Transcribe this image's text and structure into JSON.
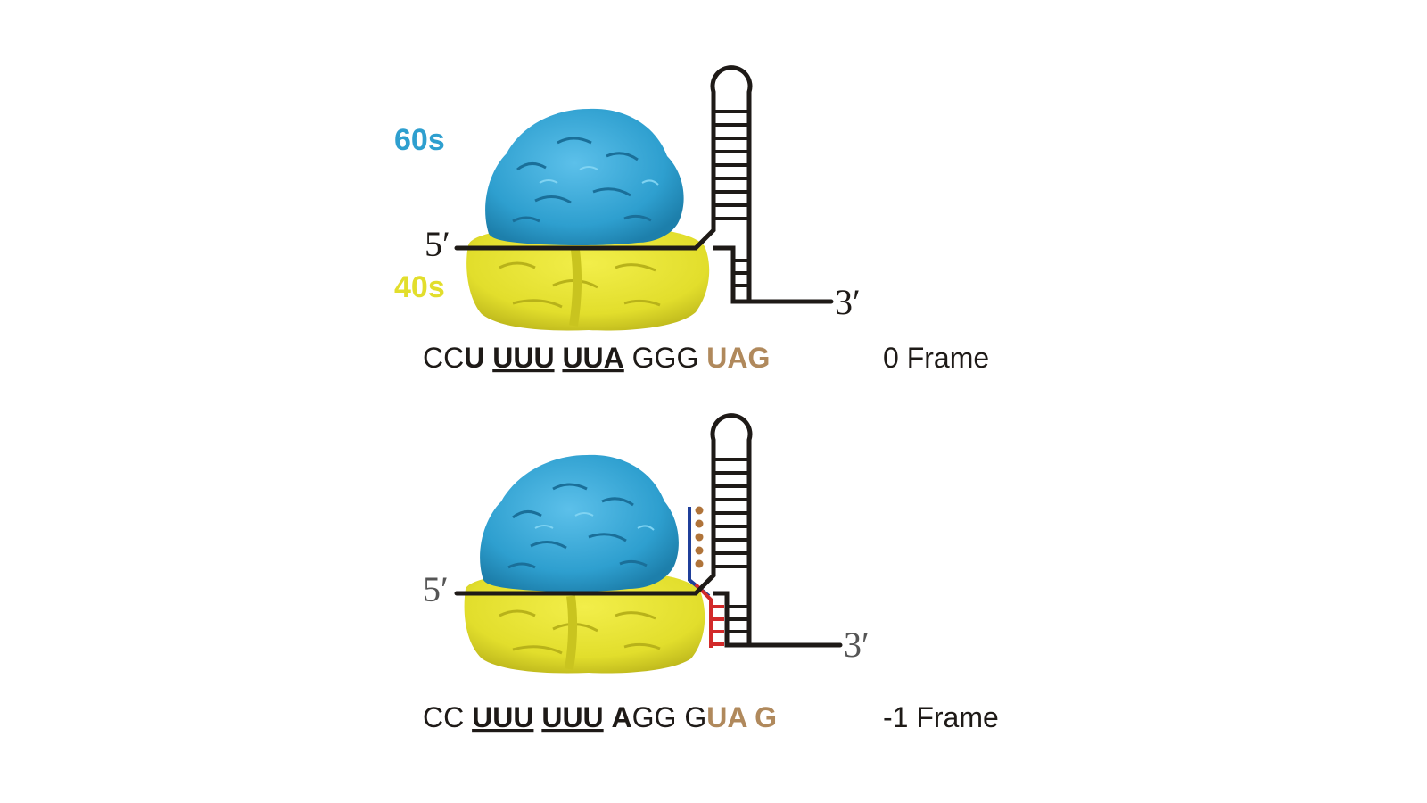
{
  "colors": {
    "subunit_60s": "#2e9fcf",
    "subunit_40s": "#e2de2c",
    "mrna": "#1e1a17",
    "stop_codon": "#b0895c",
    "trna_blue": "#1f3f9a",
    "trna_red": "#d22a2a",
    "trna_dots": "#b0743a"
  },
  "panels": [
    {
      "label_60s": "60s",
      "label_40s": "40s",
      "five_prime": "5′",
      "three_prime": "3′",
      "frame": "0 Frame",
      "seq": {
        "t1": "CC",
        "t2": "U",
        "t3": " ",
        "t4": "UUU",
        "t5": " ",
        "t6": "UUA",
        "t7": " GGG ",
        "t8": "UAG"
      }
    },
    {
      "five_prime": "5′",
      "three_prime": "3′",
      "frame": "-1 Frame",
      "seq": {
        "t1": "CC ",
        "t2": "UUU",
        "t3": " ",
        "t4": "UUU",
        "t5": " ",
        "t6": "A",
        "t7": "GG G",
        "t8": "UA G"
      }
    }
  ]
}
